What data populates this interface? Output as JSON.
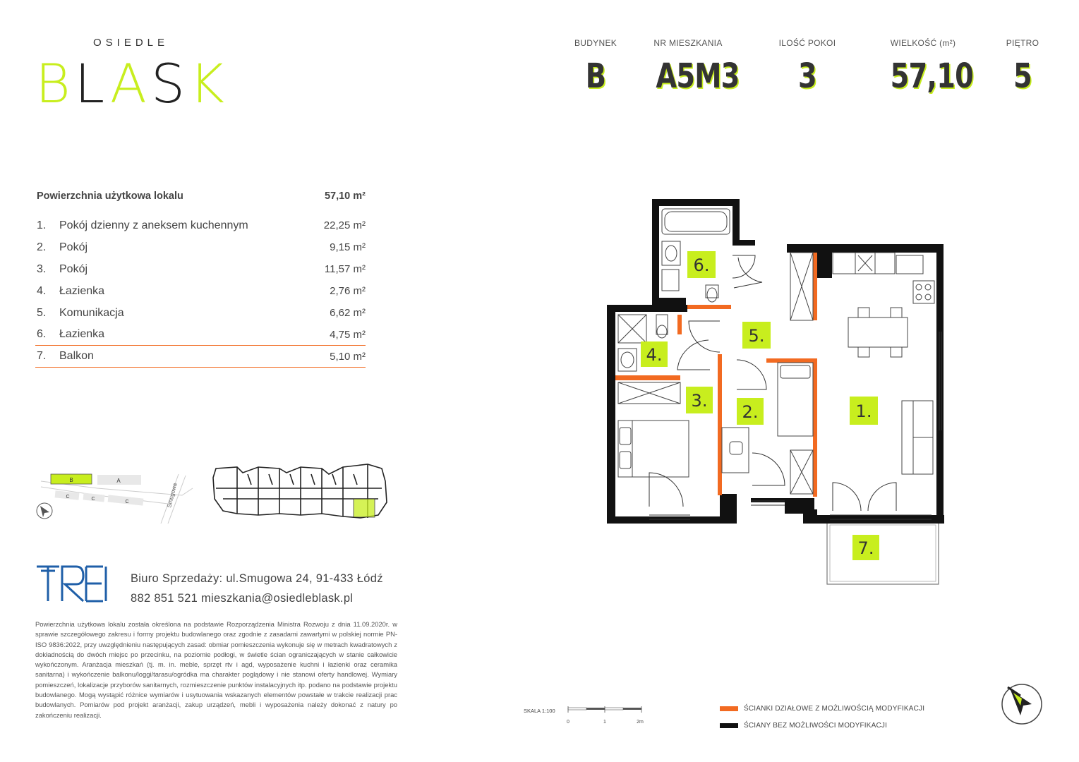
{
  "logo": {
    "top": "OSIEDLE",
    "main": "BLASK"
  },
  "header": [
    {
      "label": "BUDYNEK",
      "value": "B"
    },
    {
      "label": "NR MIESZKANIA",
      "value": "A5M3"
    },
    {
      "label": "ILOŚĆ POKOI",
      "value": "3"
    },
    {
      "label": "WIELKOŚĆ (m²)",
      "value": "57,10"
    },
    {
      "label": "PIĘTRO",
      "value": "5"
    }
  ],
  "table": {
    "title": "Powierzchnia użytkowa lokalu",
    "total": "57,10 m²",
    "rows": [
      {
        "num": "1.",
        "name": "Pokój dzienny z aneksem kuchennym",
        "area": "22,25 m²"
      },
      {
        "num": "2.",
        "name": "Pokój",
        "area": "9,15 m²"
      },
      {
        "num": "3.",
        "name": "Pokój",
        "area": "11,57 m²"
      },
      {
        "num": "4.",
        "name": "Łazienka",
        "area": "2,76 m²"
      },
      {
        "num": "5.",
        "name": "Komunikacja",
        "area": "6,62 m²"
      },
      {
        "num": "6.",
        "name": "Łazienka",
        "area": "4,75 m²"
      },
      {
        "num": "7.",
        "name": "Balkon",
        "area": "5,10 m²"
      }
    ]
  },
  "locmap": {
    "b": "B",
    "a": "A",
    "c": "C",
    "street": "Smugowa"
  },
  "contact": {
    "line1": "Biuro Sprzedaży:  ul.Smugowa 24, 91-433 Łódź",
    "line2": "882 851 521 mieszkania@osiedleblask.pl"
  },
  "disclaimer": "Powierzchnia użytkowa lokalu została określona na podstawie Rozporządzenia Ministra Rozwoju z dnia 11.09.2020r. w sprawie szczegółowego zakresu i formy projektu budowlanego oraz zgodnie z zasadami zawartymi w polskiej normie PN-ISO 9836:2022, przy uwzględnieniu następujących zasad: obmiar pomieszczenia wykonuje się w metrach kwadratowych z dokładnością do dwóch miejsc po przecinku, na poziomie podłogi, w świetle ścian ograniczających w stanie całkowicie wykończonym. Aranżacja mieszkań (tj. m. in. meble, sprzęt rtv i agd, wyposażenie kuchni i łazienki oraz ceramika sanitarna) i wykończenie balkonu/loggi/tarasu/ogródka ma charakter poglądowy i nie stanowi oferty handlowej. Wymiary pomieszczeń, lokalizacje przyborów sanitarnych, rozmieszczenie punktów instalacyjnych itp. podano na podstawie projektu budowlanego. Mogą wystąpić różnice wymiarów i usytuowania wskazanych elementów powstałe w trakcie realizacji prac budowlanych. Pomiarów pod projekt aranżacji, zakup urządzeń, mebli i wyposażenia należy dokonać z natury po zakończeniu realizacji.",
  "plan_labels": [
    "1.",
    "2.",
    "3.",
    "4.",
    "5.",
    "6.",
    "7."
  ],
  "scale": {
    "label": "SKALA 1:100",
    "t0": "0",
    "t1": "1",
    "t2": "2m"
  },
  "legend": {
    "orange": "ŚCIANKI DZIAŁOWE Z MOŻLIWOŚCIĄ MODYFIKACJI",
    "black": "ŚCIANY BEZ MOŻLIWOŚCI MODYFIKACJI"
  },
  "colors": {
    "accent": "#c8ee1e",
    "orange": "#f26a21",
    "wall": "#111111"
  }
}
